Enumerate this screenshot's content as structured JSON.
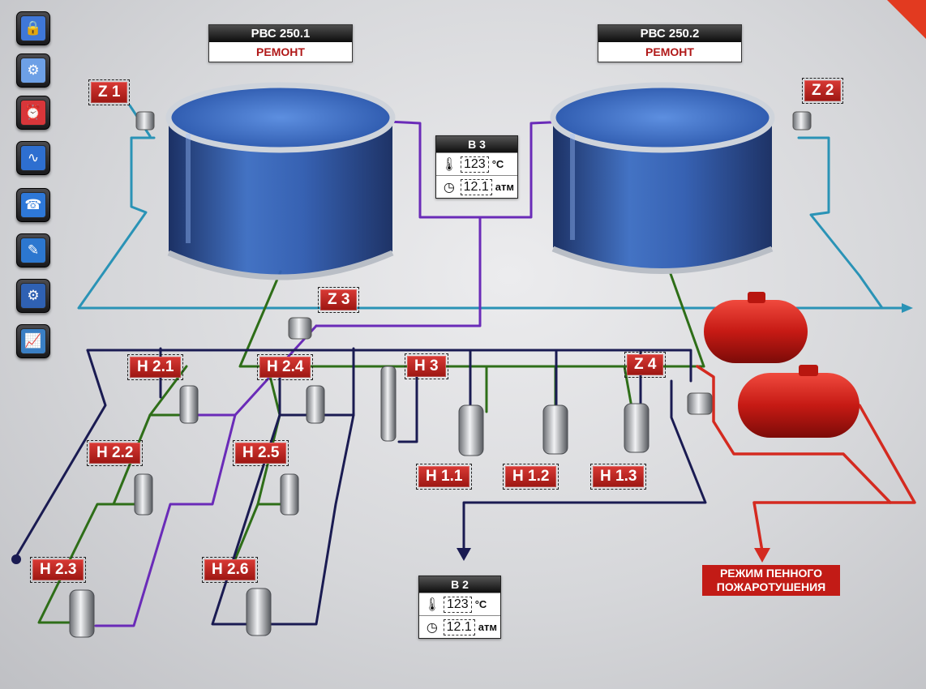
{
  "toolbar": {
    "buttons": [
      {
        "icon": "lock-icon",
        "glyph": "🔒",
        "color": "#3f77d8"
      },
      {
        "icon": "valve-icon",
        "glyph": "⚙",
        "color": "#6da0e6"
      },
      {
        "icon": "alarm-clock-icon",
        "glyph": "⏰",
        "color": "#d8363a"
      },
      {
        "icon": "waveform-icon",
        "glyph": "∿",
        "color": "#2e6fd0"
      },
      {
        "icon": "phone-icon",
        "glyph": "☎",
        "color": "#2e78d8"
      },
      {
        "icon": "notebook-icon",
        "glyph": "✎",
        "color": "#2c77cf"
      },
      {
        "icon": "gear-icon",
        "glyph": "⚙",
        "color": "#2f61b3"
      },
      {
        "icon": "chart-icon",
        "glyph": "📈",
        "color": "#3a7fc4"
      }
    ]
  },
  "tanks": [
    {
      "name": "РВС 250.1",
      "status": "РЕМОНТ"
    },
    {
      "name": "РВС 250.2",
      "status": "РЕМОНТ"
    }
  ],
  "sensors": [
    {
      "name": "В 3",
      "temp": "123",
      "temp_unit": "°С",
      "pressure": "12.1",
      "pressure_unit": "атм"
    },
    {
      "name": "В 2",
      "temp": "123",
      "temp_unit": "°С",
      "pressure": "12.1",
      "pressure_unit": "атм"
    }
  ],
  "valves": {
    "z1": "Z 1",
    "z2": "Z 2",
    "z3": "Z 3",
    "z4": "Z 4"
  },
  "pumps": {
    "h21": "Н 2.1",
    "h22": "Н 2.2",
    "h23": "Н 2.3",
    "h24": "Н 2.4",
    "h25": "Н 2.5",
    "h26": "Н 2.6",
    "h3": "Н 3",
    "h11": "Н 1.1",
    "h12": "Н 1.2",
    "h13": "Н 1.3"
  },
  "foam_mode": {
    "line1": "РЕЖИМ ПЕННОГО",
    "line2": "ПОЖАРОТУШЕНИЯ"
  },
  "colors": {
    "cyan_pipe": "#2a93b6",
    "purple_pipe": "#6a2bb8",
    "green_pipe": "#2e6e18",
    "navy_pipe": "#1a1b52",
    "red_pipe": "#d42a20",
    "label_red": "#c42622"
  }
}
